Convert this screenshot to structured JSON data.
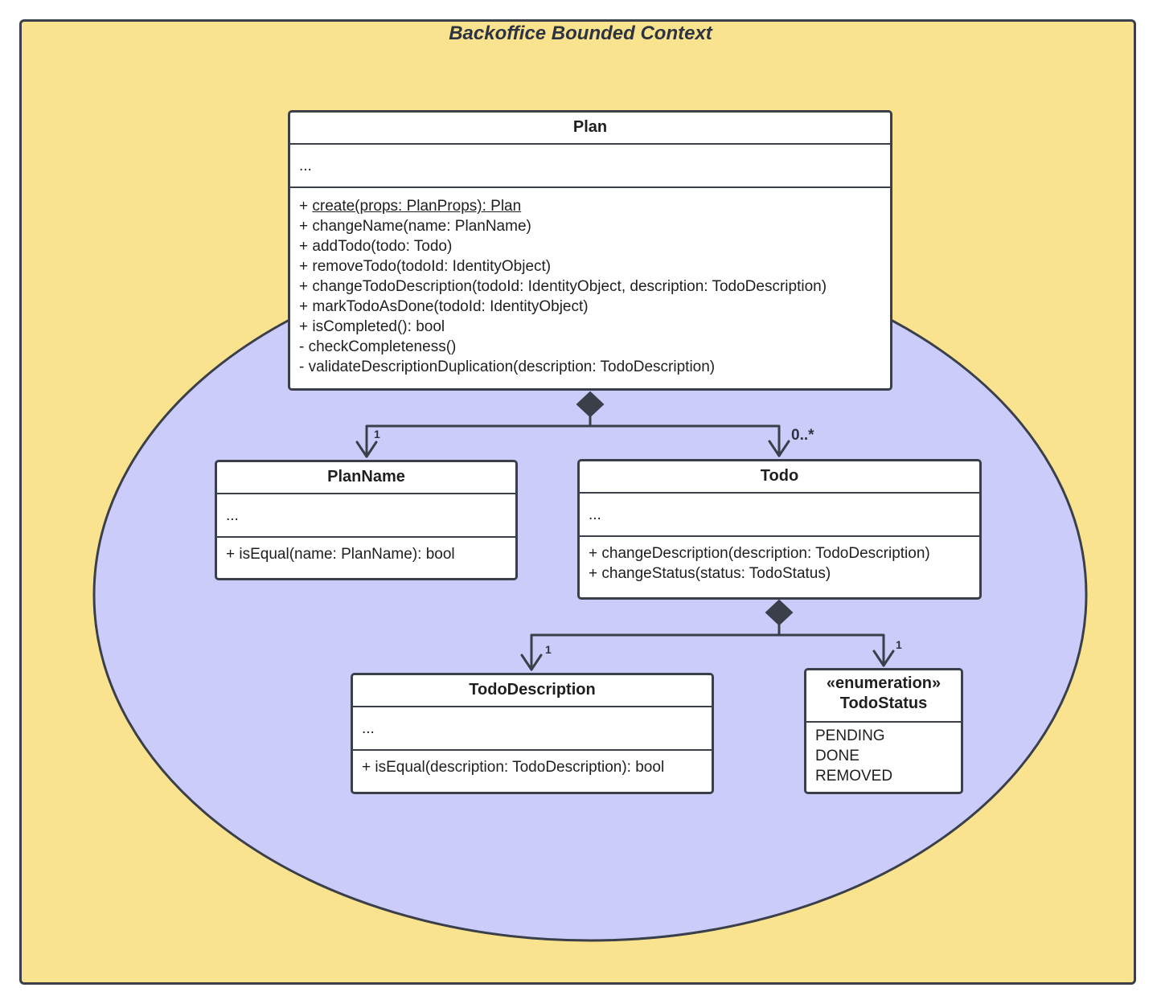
{
  "context_title": "Backoffice Bounded Context",
  "colors": {
    "context_bg": "#f9e38f",
    "aggregate_bg": "#ccccfa",
    "stroke": "#3a3f4a"
  },
  "classes": {
    "plan": {
      "name": "Plan",
      "attributes": [
        "..."
      ],
      "operations": [
        {
          "vis": "+ ",
          "text": "create(props: PlanProps): Plan"
        },
        {
          "vis": "+ ",
          "text": "changeName(name: PlanName)"
        },
        {
          "vis": "+ ",
          "text": "addTodo(todo: Todo)"
        },
        {
          "vis": "+ ",
          "text": "removeTodo(todoId: IdentityObject)"
        },
        {
          "vis": "+ ",
          "text": "changeTodoDescription(todoId: IdentityObject, description: TodoDescription)"
        },
        {
          "vis": "+ ",
          "text": "markTodoAsDone(todoId: IdentityObject)"
        },
        {
          "vis": "+ ",
          "text": "isCompleted(): bool"
        },
        {
          "vis": "- ",
          "text": "checkCompleteness()"
        },
        {
          "vis": "- ",
          "text": "validateDescriptionDuplication(description: TodoDescription)"
        }
      ]
    },
    "plan_name": {
      "name": "PlanName",
      "attributes": [
        "..."
      ],
      "operations": [
        "+ isEqual(name: PlanName): bool"
      ]
    },
    "todo": {
      "name": "Todo",
      "attributes": [
        "..."
      ],
      "operations": [
        "+ changeDescription(description: TodoDescription)",
        "+ changeStatus(status: TodoStatus)"
      ]
    },
    "todo_description": {
      "name": "TodoDescription",
      "attributes": [
        "..."
      ],
      "operations": [
        "+ isEqual(description: TodoDescription): bool"
      ]
    },
    "todo_status": {
      "stereotype": "«enumeration»",
      "name": "TodoStatus",
      "literals": [
        "PENDING",
        "DONE",
        "REMOVED"
      ]
    }
  },
  "relations": {
    "plan_to_planname": "1",
    "plan_to_todo": "0..*",
    "todo_to_description": "1",
    "todo_to_status": "1"
  }
}
